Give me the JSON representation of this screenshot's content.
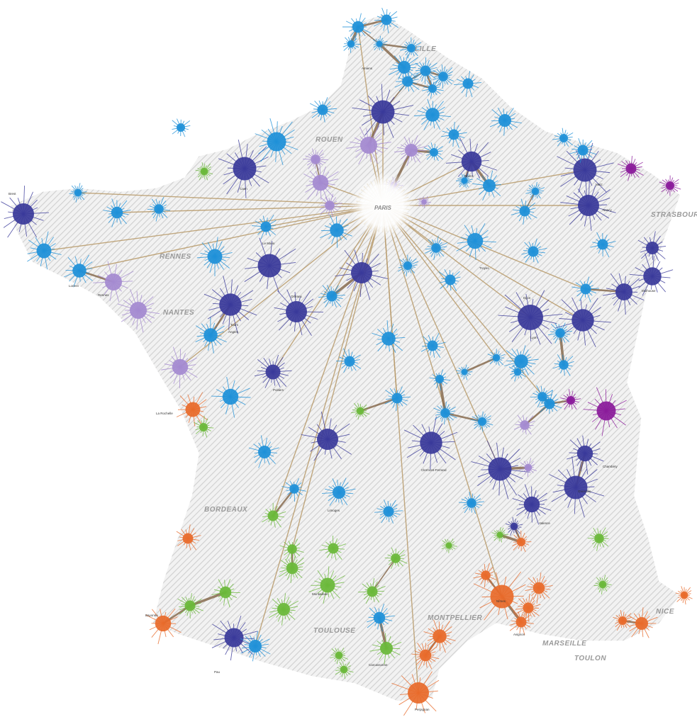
{
  "map": {
    "land_color": "#eeeeee",
    "hatch_color": "#cfcfcf",
    "link_color": "#b89a6a",
    "cluster_colors": {
      "dark_blue": "#3a3a9a",
      "light_blue": "#1e90d8",
      "lavender": "#a48ad0",
      "green": "#6ab83a",
      "orange": "#e86a2a",
      "purple": "#8a1a9a"
    }
  },
  "regions": [
    {
      "key": "lille",
      "label": "LILLE"
    },
    {
      "key": "rouen",
      "label": "ROUEN"
    },
    {
      "key": "paris",
      "label": "PARIS"
    },
    {
      "key": "rennes",
      "label": "RENNES"
    },
    {
      "key": "nantes",
      "label": "NANTES"
    },
    {
      "key": "strasbourg",
      "label": "STRASBOURG"
    },
    {
      "key": "bordeaux",
      "label": "BORDEAUX"
    },
    {
      "key": "toulouse",
      "label": "TOULOUSE"
    },
    {
      "key": "montpellier",
      "label": "MONTPELLIER"
    },
    {
      "key": "marseille",
      "label": "MARSEILLE"
    },
    {
      "key": "toulon",
      "label": "TOULON"
    },
    {
      "key": "nice",
      "label": "NICE"
    }
  ],
  "cities": [
    {
      "key": "rennes_city",
      "label": "Rennes"
    },
    {
      "key": "brest",
      "label": "Brest"
    },
    {
      "key": "la_rochelle",
      "label": "La Rochelle"
    },
    {
      "key": "reims",
      "label": "Reims"
    },
    {
      "key": "nancy",
      "label": "Nancy"
    },
    {
      "key": "lyon",
      "label": "Lyon"
    },
    {
      "key": "nimes",
      "label": "Nîmes"
    },
    {
      "key": "perpignan",
      "label": "Perpignan"
    },
    {
      "key": "bayonne",
      "label": "Bayonne"
    },
    {
      "key": "limoges",
      "label": "Limoges"
    },
    {
      "key": "grenoble",
      "label": "Grenoble"
    },
    {
      "key": "clermont",
      "label": "Clermont-Ferrand"
    },
    {
      "key": "tours",
      "label": "Tours"
    },
    {
      "key": "orleans",
      "label": "Orléans"
    },
    {
      "key": "dijon",
      "label": "Dijon"
    },
    {
      "key": "le_mans",
      "label": "Le Mans"
    },
    {
      "key": "caen",
      "label": "Caen"
    },
    {
      "key": "metz",
      "label": "Metz"
    },
    {
      "key": "mulhouse",
      "label": "Mulhouse"
    },
    {
      "key": "angers",
      "label": "Angers"
    },
    {
      "key": "poitiers",
      "label": "Poitiers"
    },
    {
      "key": "pau",
      "label": "Pau"
    },
    {
      "key": "montauban",
      "label": "Montauban"
    },
    {
      "key": "carcassonne",
      "label": "Carcassonne"
    },
    {
      "key": "avignon",
      "label": "Avignon"
    },
    {
      "key": "valence",
      "label": "Valence"
    },
    {
      "key": "chambery",
      "label": "Chambéry"
    },
    {
      "key": "amiens",
      "label": "Amiens"
    },
    {
      "key": "troyes",
      "label": "Troyes"
    },
    {
      "key": "lorient",
      "label": "Lorient"
    }
  ]
}
